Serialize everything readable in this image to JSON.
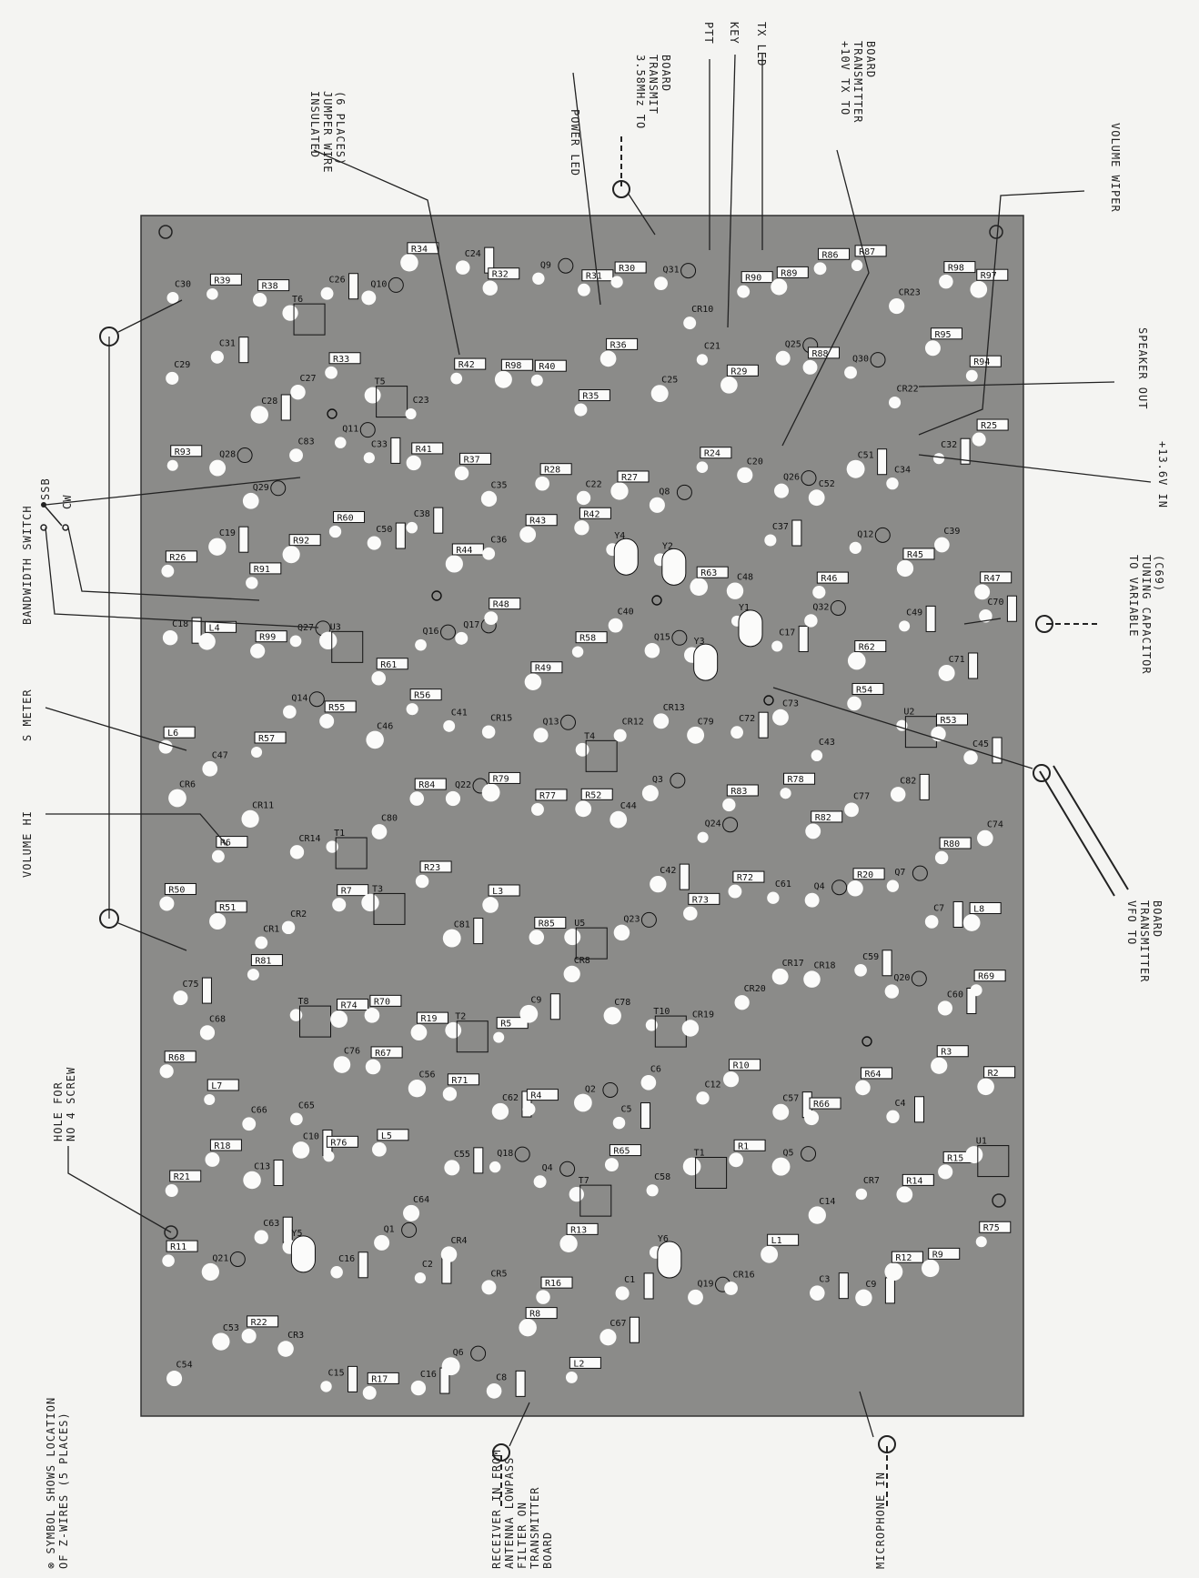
{
  "callouts": {
    "power_led": "POWER LED",
    "insulated_jumper_1": "INSULATED",
    "insulated_jumper_2": "JUMPER WIRE",
    "insulated_jumper_3": "(6 PLACES)",
    "transmit_358_1": "3.58MHz TO",
    "transmit_358_2": "TRANSMIT",
    "transmit_358_3": "BOARD",
    "ptt": "PTT",
    "key": "KEY",
    "tx_led": "TX LED",
    "plus10v_1": "+10V TX TO",
    "plus10v_2": "TRANSMITTER",
    "plus10v_3": "BOARD",
    "volume_wiper": "VOLUME WIPER",
    "speaker_out": "SPEAKER OUT",
    "plus136v": "+13.6V IN",
    "variable_cap_1": "TO VARIABLE",
    "variable_cap_2": "TUNING CAPACITOR",
    "variable_cap_3": "(C69)",
    "vfo_1": "VFO TO",
    "vfo_2": "TRANSMITTER",
    "vfo_3": "BOARD",
    "bandwidth_switch": "BANDWIDTH SWITCH",
    "ssb": "SSB",
    "cw": "CW",
    "s_meter": "S METER",
    "volume_hi": "VOLUME HI",
    "hole_1": "HOLE FOR",
    "hole_2": "NO 4 SCREW",
    "symbol_1": "⊗ SYMBOL SHOWS LOCATION",
    "symbol_2": "OF Z-WIRES (5 PLACES)",
    "receiver_1": "RECEIVER IN FROM",
    "receiver_2": "ANTENNA LOWPASS",
    "receiver_3": "FILTER ON",
    "receiver_4": "TRANSMITTER",
    "receiver_5": "BOARD",
    "microphone": "MICROPHONE IN"
  },
  "components": [
    "C30",
    "R39",
    "R38",
    "T6",
    "C26",
    "Q10",
    "R34",
    "C24",
    "R32",
    "Q9",
    "R31",
    "R30",
    "Q31",
    "CR10",
    "R90",
    "R89",
    "R86",
    "R87",
    "CR23",
    "R98",
    "R97",
    "C29",
    "C31",
    "C28",
    "C27",
    "R33",
    "T5",
    "C23",
    "R42",
    "R98",
    "R40",
    "R35",
    "R36",
    "C25",
    "C21",
    "R29",
    "Q25",
    "R88",
    "Q30",
    "CR22",
    "R95",
    "R94",
    "R93",
    "Q28",
    "Q29",
    "C83",
    "Q11",
    "C33",
    "R41",
    "R37",
    "C35",
    "R28",
    "C22",
    "R27",
    "Q8",
    "R24",
    "C20",
    "Q26",
    "C52",
    "C51",
    "C34",
    "C32",
    "R25",
    "R26",
    "C19",
    "R91",
    "R92",
    "R60",
    "C50",
    "C38",
    "R44",
    "C36",
    "R43",
    "R42",
    "Y4",
    "Y2",
    "R63",
    "C48",
    "C37",
    "R46",
    "Q12",
    "R45",
    "C39",
    "R47",
    "C18",
    "L4",
    "R99",
    "Q27",
    "U3",
    "R61",
    "Q16",
    "Q17",
    "R48",
    "R49",
    "R58",
    "C40",
    "Q15",
    "Y3",
    "Y1",
    "C17",
    "Q32",
    "R62",
    "C49",
    "C71",
    "C70",
    "L6",
    "C47",
    "R57",
    "Q14",
    "R55",
    "C46",
    "R56",
    "C41",
    "CR15",
    "Q13",
    "T4",
    "CR12",
    "CR13",
    "C79",
    "C72",
    "C73",
    "C43",
    "R54",
    "U2",
    "R53",
    "C45",
    "CR6",
    "R6",
    "CR11",
    "CR14",
    "T1",
    "C80",
    "R84",
    "Q22",
    "R79",
    "R77",
    "R52",
    "C44",
    "Q3",
    "Q24",
    "R83",
    "R78",
    "R82",
    "C77",
    "C82",
    "R80",
    "C74",
    "R50",
    "R51",
    "CR1",
    "CR2",
    "R7",
    "T3",
    "R23",
    "C81",
    "L3",
    "R85",
    "U5",
    "Q23",
    "C42",
    "R73",
    "R72",
    "C61",
    "Q4",
    "R20",
    "Q7",
    "C7",
    "L8",
    "C75",
    "C68",
    "R81",
    "T8",
    "R74",
    "R70",
    "R19",
    "T2",
    "R5",
    "C9",
    "CR8",
    "C78",
    "T10",
    "CR19",
    "CR20",
    "CR17",
    "CR18",
    "C59",
    "Q20",
    "C60",
    "R69",
    "R68",
    "L7",
    "C66",
    "C65",
    "C76",
    "R67",
    "C56",
    "R71",
    "C62",
    "R4",
    "Q2",
    "C5",
    "C6",
    "C12",
    "R10",
    "C57",
    "R66",
    "R64",
    "C4",
    "R3",
    "R2",
    "R21",
    "R18",
    "C13",
    "C10",
    "R76",
    "L5",
    "C64",
    "C55",
    "Q18",
    "Q4",
    "T7",
    "R65",
    "C58",
    "T1",
    "R1",
    "Q5",
    "C14",
    "CR7",
    "R14",
    "R15",
    "U1",
    "R11",
    "Q21",
    "C63",
    "Y5",
    "C16",
    "Q1",
    "C2",
    "CR4",
    "CR5",
    "R16",
    "R13",
    "C1",
    "Y6",
    "Q19",
    "CR16",
    "L1",
    "C3",
    "C9",
    "R12",
    "R9",
    "R75",
    "C54",
    "C53",
    "R22",
    "CR3",
    "C15",
    "R17",
    "C16",
    "Q6",
    "C8",
    "R8",
    "L2",
    "C67"
  ]
}
